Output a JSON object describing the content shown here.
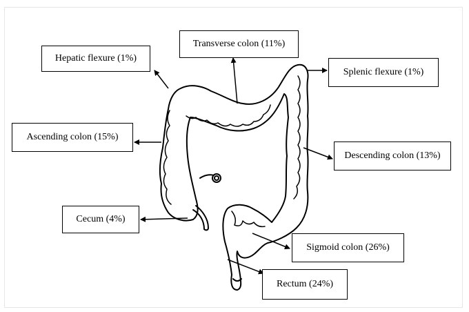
{
  "labels": {
    "hepatic_flexure": "Hepatic flexure (1%)",
    "transverse_colon": "Transverse colon (11%)",
    "splenic_flexure": "Splenic flexure (1%)",
    "ascending_colon": "Ascending colon (15%)",
    "descending_colon": "Descending colon (13%)",
    "cecum": "Cecum (4%)",
    "sigmoid_colon": "Sigmoid colon (26%)",
    "rectum": "Rectum (24%)"
  },
  "colors": {
    "outline": "#000000",
    "background": "#ffffff"
  }
}
